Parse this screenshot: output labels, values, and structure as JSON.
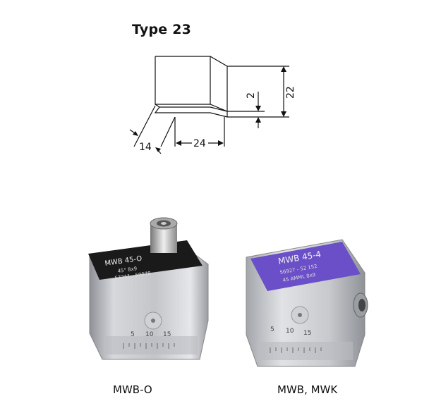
{
  "heading": {
    "title": "Type 23"
  },
  "drawing": {
    "dim_height_small": "2",
    "dim_height_total": "22",
    "dim_width": "24",
    "dim_offset": "14"
  },
  "photos": {
    "left": {
      "caption": "MWB-O",
      "label_line1": "MWB 45-O",
      "label_line2": "45°  8x9",
      "label_line3": "57211 - 50078",
      "scale_marks": [
        "5",
        "10",
        "15"
      ]
    },
    "right": {
      "caption": "MWB, MWK",
      "label_line1": "MWB 45-4",
      "label_line2": "56927 - 52 152",
      "label_line3": "45 AMML  8x9",
      "scale_marks": [
        "5",
        "10",
        "15"
      ]
    }
  },
  "colors": {
    "probe_label_purple": "#6a4fc8",
    "probe_label_black": "#1a1a1a",
    "metal": "#c9cbcf"
  }
}
